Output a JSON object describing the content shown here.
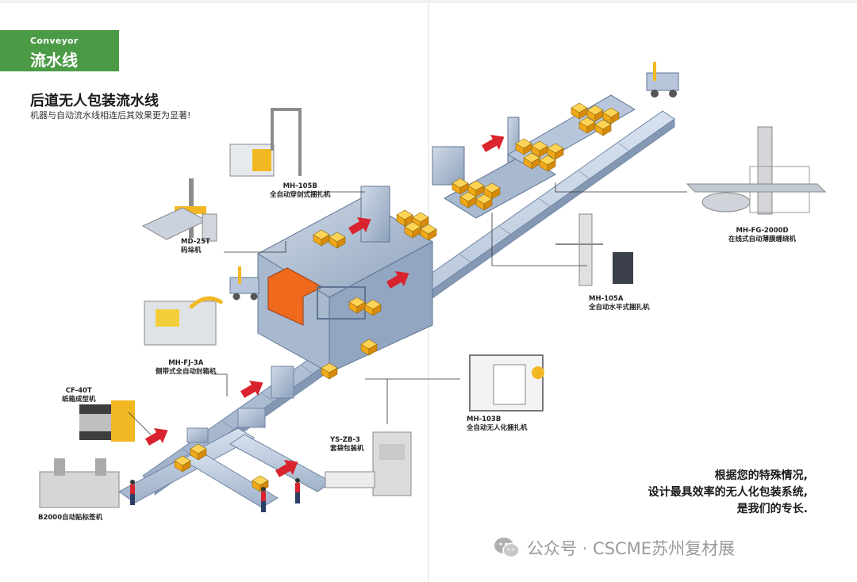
{
  "header": {
    "section_en": "Conveyor",
    "section_cn": "流水线",
    "title": "后道无人包装流水线",
    "subtitle": "机器与自动流水线相连后其效果更为显著!"
  },
  "machines": [
    {
      "model": "MH-105B",
      "name": "全自动穿剑式捆扎机"
    },
    {
      "model": "MD-25T",
      "name": "码垛机"
    },
    {
      "model": "MH-FJ-3A",
      "name": "侧带式全自动封箱机"
    },
    {
      "model": "CF-40T",
      "name": "纸箱成型机"
    },
    {
      "model": "B2000自动贴标签机",
      "name": ""
    },
    {
      "model": "YS-ZB-3",
      "name": "套袋包装机"
    },
    {
      "model": "MH-103B",
      "name": "全自动无人化捆扎机"
    },
    {
      "model": "MH-105A",
      "name": "全自动水平式捆扎机"
    },
    {
      "model": "MH-FG-2000D",
      "name": "在线式自动薄膜缠绕机"
    }
  ],
  "slogan": {
    "line1": "根据您的特殊情况,",
    "line2": "设计最具效率的无人化包装系统,",
    "line3": "是我们的专长."
  },
  "watermark": {
    "text": "公众号 · CSCME苏州复材展",
    "icon": "wechat-icon"
  },
  "colors": {
    "brand_green": "#4a9a46",
    "conveyor": "#b9c8dc",
    "carton": "#f2b824",
    "arrow": "#d9232e"
  }
}
